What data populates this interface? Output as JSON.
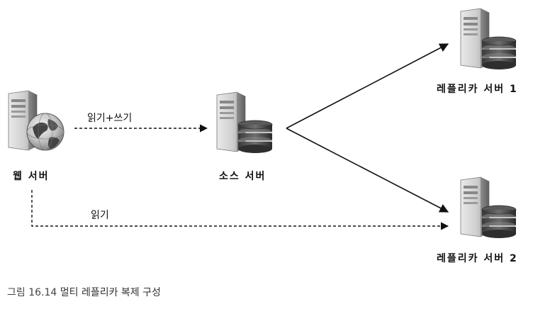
{
  "nodes": {
    "web": "웹 서버",
    "source": "소스 서버",
    "replica1": "레플리카 서버 1",
    "replica2": "레플리카 서버 2"
  },
  "edges": {
    "web_to_source": "읽기+쓰기",
    "web_to_replica2": "읽기"
  },
  "caption": {
    "prefix": "그림 16.14",
    "text": "멀티 레플리카 복제 구성"
  },
  "icons": {
    "web_server": "server-globe-icon",
    "db_server": "server-database-icon"
  }
}
